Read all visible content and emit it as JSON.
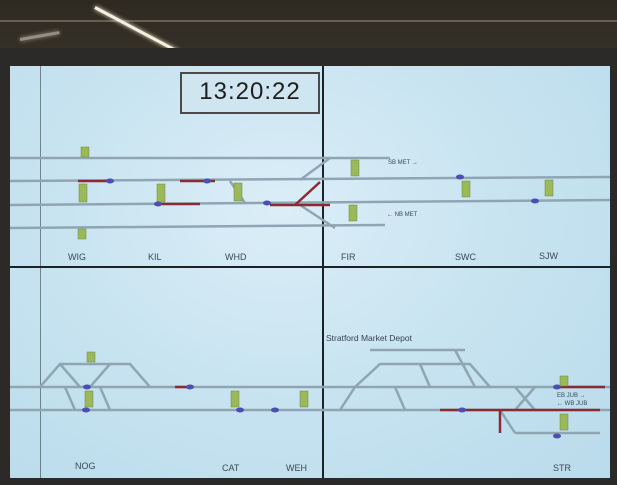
{
  "clock": "13:20:22",
  "upper_stations": [
    "WIG",
    "KIL",
    "WHD",
    "FIR",
    "SWC",
    "SJW"
  ],
  "lower_stations": [
    "NOG",
    "CAT",
    "WEH",
    "STR"
  ],
  "depot_label": "Stratford Market Depot",
  "annotations": {
    "sb_met": "SB MET →",
    "nb_met": "← NB MET",
    "eb_jub": "EB JUB →",
    "wb_jub": "← WB JUB"
  },
  "colors": {
    "track": "#8fa6b2",
    "route_red": "#8a2a35",
    "signal_green": "#9bb85a",
    "train_blue": "#4a4fb0"
  }
}
